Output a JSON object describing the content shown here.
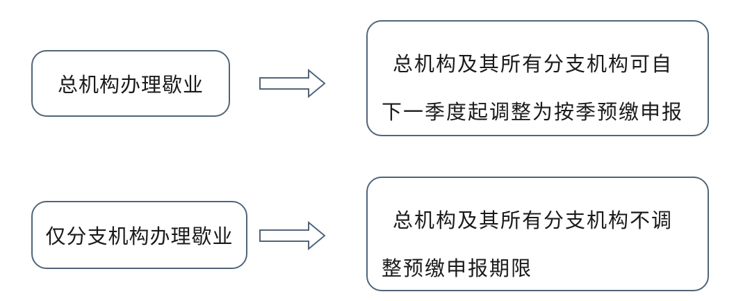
{
  "rows": [
    {
      "source": "总机构办理歇业",
      "result_lines": [
        "总机构及其所有分支机构可自",
        "下一季度起调整为按季预缴申报"
      ]
    },
    {
      "source": "仅分支机构办理歇业",
      "result_lines": [
        "总机构及其所有分支机构不调",
        "整预缴申报期限"
      ]
    }
  ],
  "colors": {
    "border": "#4f6478",
    "text": "#1a1a1a"
  }
}
